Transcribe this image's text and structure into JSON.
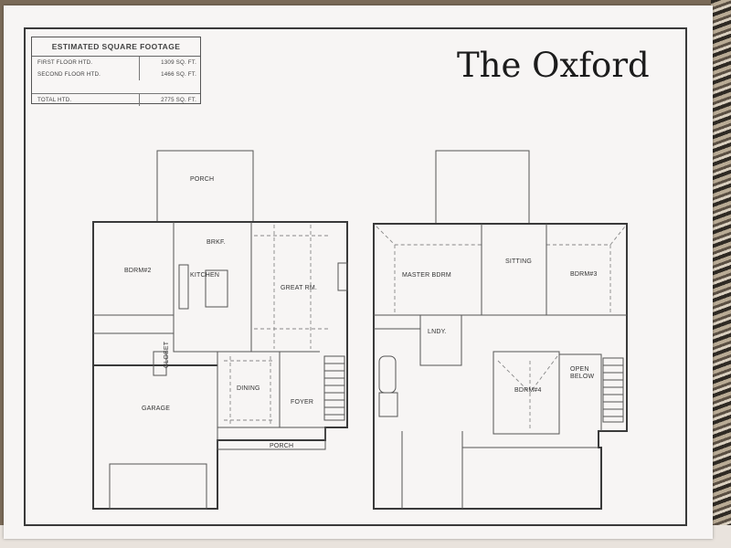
{
  "sheet": {
    "title": "The Oxford",
    "sqft_table": {
      "heading": "ESTIMATED SQUARE FOOTAGE",
      "rows": [
        {
          "label": "FIRST FLOOR HTD.",
          "value": "1309 SQ. FT."
        },
        {
          "label": "SECOND FLOOR HTD.",
          "value": "1466 SQ. FT."
        }
      ],
      "total": {
        "label": "TOTAL HTD.",
        "value": "2775 SQ. FT."
      }
    }
  },
  "first_floor": {
    "rooms": {
      "porch_rear": "PORCH",
      "brkf": "BRKF.",
      "bdrm2": "BDRM#2",
      "kitchen": "KITCHEN",
      "great_rm": "GREAT RM.",
      "garage": "GARAGE",
      "dining": "DINING",
      "foyer": "FOYER",
      "porch_front": "PORCH",
      "closet": "CLOSET"
    }
  },
  "second_floor": {
    "rooms": {
      "master_bdrm": "MASTER BDRM",
      "sitting": "SITTING",
      "bdrm3": "BDRM#3",
      "lndy": "LNDY.",
      "bdrm4": "BDRM#4",
      "open_below": "OPEN\nBELOW"
    }
  }
}
